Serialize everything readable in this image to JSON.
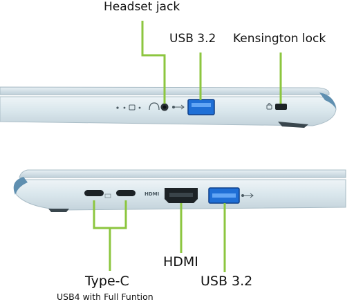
{
  "callouts": {
    "headset_jack": "Headset jack",
    "usb_top": "USB 3.2",
    "kensington_lock": "Kensington lock",
    "hdmi": "HDMI",
    "usb_bottom": "USB 3.2",
    "type_c": "Type-C",
    "type_c_sub": "USB4 with Full Funtion"
  },
  "port_markings": {
    "hdmi_logo": "HDMI"
  },
  "colors": {
    "leader_line": "#8cc63f",
    "usb_port": "#1f6fd6",
    "chassis": "#d8e6ec",
    "hinge": "#5f8fb0"
  }
}
